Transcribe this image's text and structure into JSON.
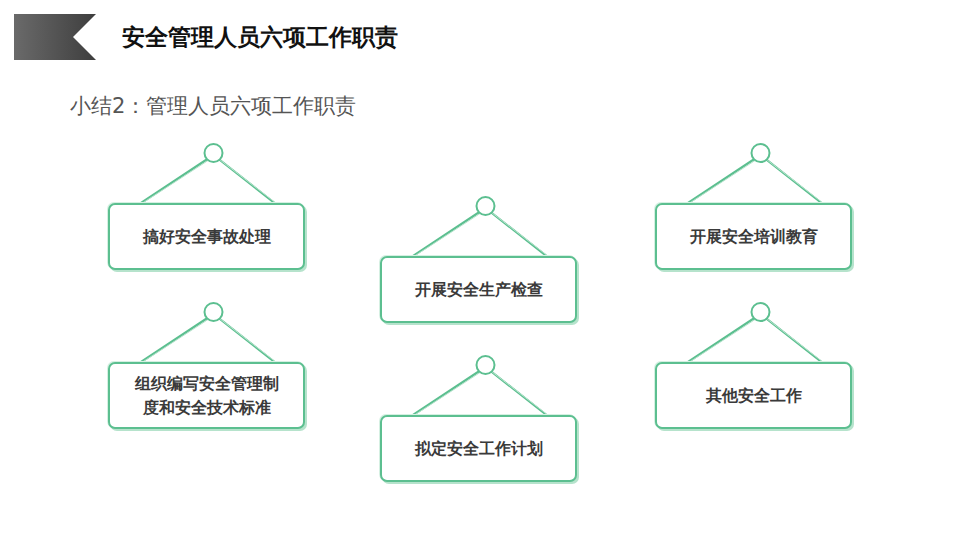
{
  "diagram": {
    "title": "安全管理人员六项工作职责",
    "nodes": [
      {
        "text": [
          "搞好安全事故处理"
        ]
      },
      {
        "text": [
          "开展安全生产检查"
        ]
      },
      {
        "text": [
          "开展安全培训教育"
        ]
      },
      {
        "text": [
          "组织编写安全管理制度和安全技术标准"
        ]
      },
      {
        "text": [
          "拟定安全工作计划"
        ]
      },
      {
        "text": [
          "其他安全工作"
        ]
      }
    ],
    "labels": [
      "小结2：管理人员六项工作职责"
    ]
  }
}
